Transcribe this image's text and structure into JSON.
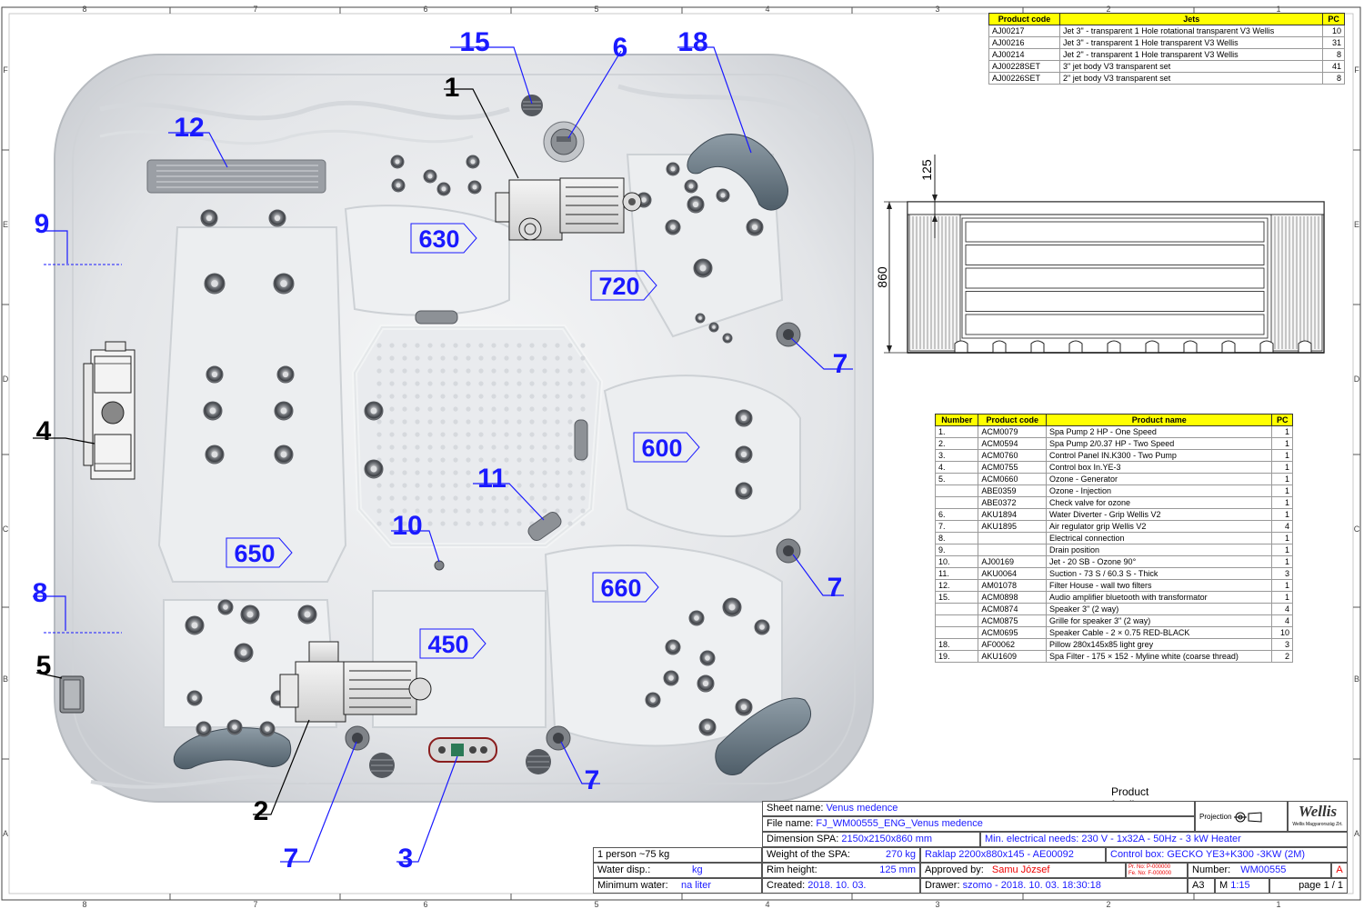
{
  "frame": {
    "columns": [
      "8",
      "7",
      "6",
      "5",
      "4",
      "3",
      "2",
      "1"
    ],
    "rows": [
      "F",
      "E",
      "D",
      "C",
      "B",
      "A"
    ]
  },
  "callouts": [
    {
      "id": "15",
      "color": "#1a1aff"
    },
    {
      "id": "6",
      "color": "#1a1aff"
    },
    {
      "id": "18",
      "color": "#1a1aff"
    },
    {
      "id": "1",
      "color": "#000000"
    },
    {
      "id": "12",
      "color": "#1a1aff"
    },
    {
      "id": "9",
      "color": "#1a1aff"
    },
    {
      "id": "4",
      "color": "#000000"
    },
    {
      "id": "11",
      "color": "#1a1aff"
    },
    {
      "id": "10",
      "color": "#1a1aff"
    },
    {
      "id": "8",
      "color": "#1a1aff"
    },
    {
      "id": "5",
      "color": "#000000"
    },
    {
      "id": "2",
      "color": "#000000"
    },
    {
      "id": "7",
      "color": "#1a1aff"
    },
    {
      "id": "3",
      "color": "#1a1aff"
    }
  ],
  "seat_depths": [
    "630",
    "720",
    "600",
    "650",
    "660",
    "450"
  ],
  "side_view": {
    "height_label": "860",
    "rim_label": "125"
  },
  "jets_table": {
    "headers": [
      "Product code",
      "Jets",
      "PC"
    ],
    "rows": [
      [
        "AJ00217",
        "Jet 3\" - transparent 1 Hole rotational transparent V3 Wellis",
        "10"
      ],
      [
        "AJ00216",
        "Jet 3\" - transparent 1 Hole transparent V3 Wellis",
        "31"
      ],
      [
        "AJ00214",
        "Jet 2\" - transparent 1 Hole transparent V3 Wellis",
        "8"
      ],
      [
        "AJ00228SET",
        "3\" jet body V3 transparent set",
        "41"
      ],
      [
        "AJ00226SET",
        "2\" jet body V3 transparent set",
        "8"
      ]
    ]
  },
  "parts_table": {
    "headers": [
      "Number",
      "Product code",
      "Product name",
      "PC"
    ],
    "rows": [
      [
        "1.",
        "ACM0079",
        "Spa Pump 2 HP - One Speed",
        "1"
      ],
      [
        "2.",
        "ACM0594",
        "Spa Pump 2/0.37 HP - Two Speed",
        "1"
      ],
      [
        "3.",
        "ACM0760",
        "Control Panel IN.K300 - Two Pump",
        "1"
      ],
      [
        "4.",
        "ACM0755",
        "Control box In.YE-3",
        "1"
      ],
      [
        "5.",
        "ACM0660",
        "Ozone - Generator",
        "1"
      ],
      [
        "",
        "ABE0359",
        "Ozone - Injection",
        "1"
      ],
      [
        "",
        "ABE0372",
        "Check valve for ozone",
        "1"
      ],
      [
        "6.",
        "AKU1894",
        "Water Diverter - Grip Wellis V2",
        "1"
      ],
      [
        "7.",
        "AKU1895",
        "Air regulator grip Wellis V2",
        "4"
      ],
      [
        "8.",
        "",
        "Electrical connection",
        "1"
      ],
      [
        "9.",
        "",
        "Drain position",
        "1"
      ],
      [
        "10.",
        "AJ00169",
        "Jet - 20 SB - Ozone  90°",
        "1"
      ],
      [
        "11.",
        "AKU0064",
        "Suction - 73 S / 60.3 S - Thick",
        "3"
      ],
      [
        "12.",
        "AM01078",
        "Filter House - wall two filters",
        "1"
      ],
      [
        "15.",
        "ACM0898",
        "Audio amplifier bluetooth with transformator",
        "1"
      ],
      [
        "",
        "ACM0874",
        "Speaker 3\" (2 way)",
        "4"
      ],
      [
        "",
        "ACM0875",
        "Grille for speaker 3\"  (2 way)",
        "4"
      ],
      [
        "",
        "ACM0695",
        "Speaker Cable - 2 × 0.75 RED-BLACK",
        "10"
      ],
      [
        "18.",
        "AF00062",
        "Pillow 280x145x85 light grey",
        "3"
      ],
      [
        "19.",
        "AKU1609",
        "Spa Filter - 175 × 152 - Myline white (coarse thread)",
        "2"
      ]
    ]
  },
  "title_block": {
    "product_family": "Product family:  MyLine",
    "projection": "Projection",
    "brand": "Wellis",
    "brand_sub": "Wellis Magyarország Zrt.",
    "sheet_name_label": "Sheet name:",
    "sheet_name": "Venus medence",
    "file_name_label": "File name:",
    "file_name": "FJ_WM00555_ENG_Venus medence",
    "dimension_label": "Dimension SPA:",
    "dimension": "2150x2150x860 mm",
    "electrical": "Min. electrical needs: 230 V - 1x32A - 50Hz - 3 kW Heater",
    "persons": "1 person ~75 kg",
    "weight_label": "Weight of the SPA:",
    "weight": "270 kg",
    "raklap": "Raklap 2200x880x145 - AE00092",
    "control_box_label": "Control box:",
    "control_box": "GECKO YE3+K300 -3KW (2M)",
    "water_label": "Water disp.:",
    "water_unit": "kg",
    "rim_label": "Rim height:",
    "rim": "125 mm",
    "approved_label": "Approved by:",
    "approved": "Samu József",
    "pr_no": "Pr. No:  P-000000",
    "fe_no": "Fe. No:  F-000000",
    "number_label": "Number:",
    "number": "WM00555",
    "revision": "A",
    "min_water_label": "Minimum water:",
    "min_water": "na liter",
    "created_label": "Created:",
    "created": "2018. 10. 03.",
    "drawer_label": "Drawer:",
    "drawer": "szomo - 2018. 10. 03. 18:30:18",
    "format": "A3",
    "scale_label": "M",
    "scale": "1:15",
    "page": "page 1 / 1"
  }
}
